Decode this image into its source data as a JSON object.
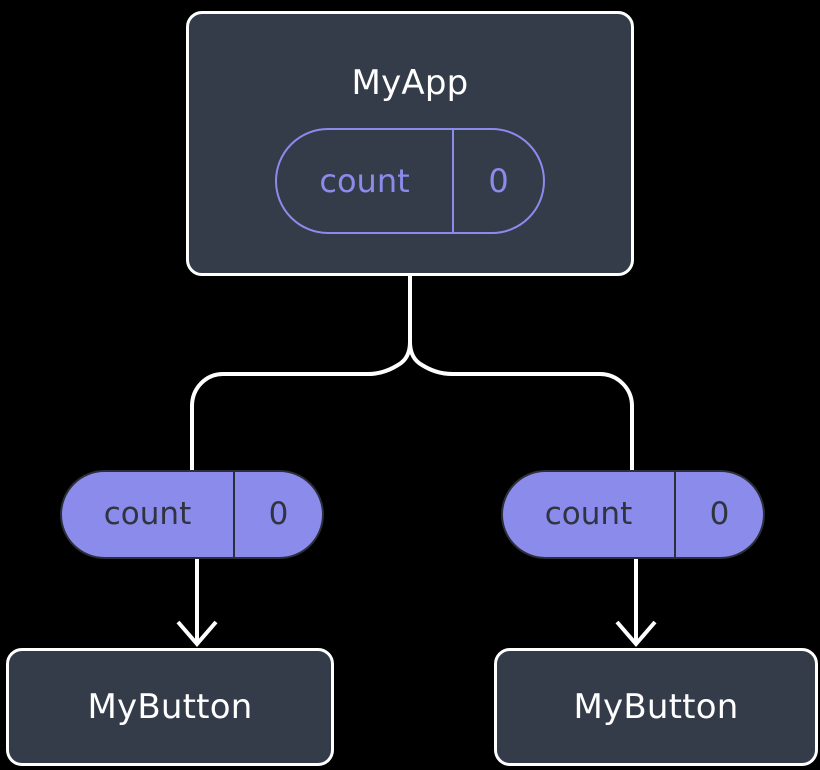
{
  "canvas": {
    "background": "#000000",
    "edge_color": "#ffffff",
    "accent_color": "#8b8bec",
    "node_fill": "#343b49",
    "node_text": "#ffffff",
    "pill_text_dark": "#2f3440"
  },
  "nodes": {
    "root": {
      "label": "MyApp",
      "state": {
        "key": "count",
        "value": "0"
      }
    },
    "states": [
      {
        "key": "count",
        "value": "0"
      },
      {
        "key": "count",
        "value": "0"
      }
    ],
    "children": [
      {
        "label": "MyButton"
      },
      {
        "label": "MyButton"
      }
    ]
  }
}
